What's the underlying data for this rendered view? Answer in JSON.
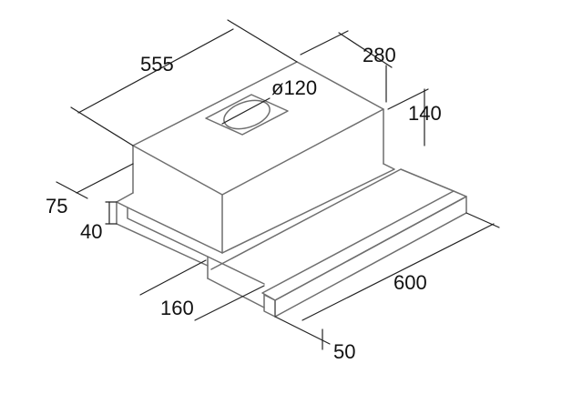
{
  "colors": {
    "outline": "#6e6e6e",
    "dimension": "#222222",
    "text": "#111111",
    "background": "#ffffff"
  },
  "dimensions": {
    "width_main": "555",
    "depth_top": "280",
    "duct_diameter": "ø120",
    "height_top": "140",
    "offset_75": "75",
    "height_40": "40",
    "depth_160": "160",
    "width_600": "600",
    "front_50": "50"
  }
}
